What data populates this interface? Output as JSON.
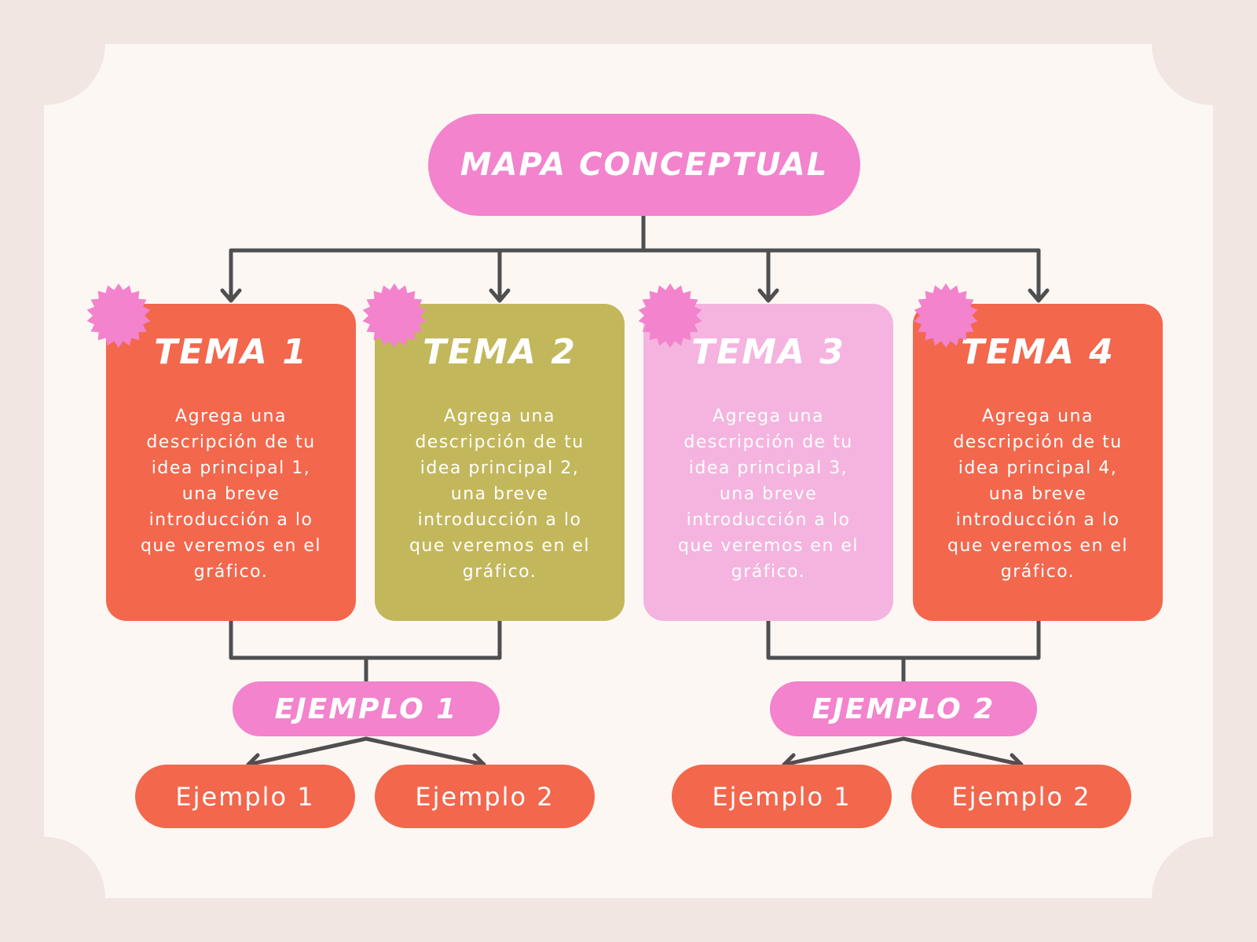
{
  "colors": {
    "outer_background": "#f1e6e1",
    "card_background": "#fdf7f4",
    "title_pink": "#f283cc",
    "coral": "#f3674d",
    "olive": "#c3b75c",
    "light_pink": "#f5b4df",
    "connector": "#4f4f4f",
    "white": "#ffffff"
  },
  "title": "MAPA CONCEPTUAL",
  "temas": [
    {
      "title": "TEMA 1",
      "description": "Agrega una descripción de tu idea principal 1, una breve introducción a lo que veremos en el gráfico.",
      "color": "#f3674d"
    },
    {
      "title": "TEMA 2",
      "description": "Agrega una descripción de tu idea principal 2, una breve introducción a lo que veremos en el gráfico.",
      "color": "#c3b75c"
    },
    {
      "title": "TEMA 3",
      "description": "Agrega una descripción de tu idea principal 3, una breve introducción a lo que veremos en el gráfico.",
      "color": "#f5b4df"
    },
    {
      "title": "TEMA 4",
      "description": "Agrega una descripción de tu idea principal 4, una breve introducción a lo que veremos en el gráfico.",
      "color": "#f3674d"
    }
  ],
  "ejemplos": [
    {
      "label": "EJEMPLO 1",
      "items": [
        "Ejemplo 1",
        "Ejemplo 2"
      ]
    },
    {
      "label": "EJEMPLO 2",
      "items": [
        "Ejemplo 1",
        "Ejemplo 2"
      ]
    }
  ],
  "decoration_icon": "pink-starburst-icon"
}
